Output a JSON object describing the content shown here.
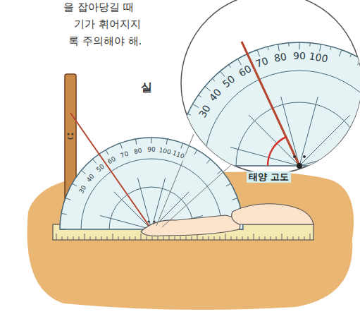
{
  "diagram": {
    "labels": [
      "을 잡아당길 때",
      "기가 휘어지지",
      "록 주의해야 해.",
      "실",
      "30",
      "40",
      "50",
      "60",
      "70",
      "80",
      "90",
      "100",
      "태양 고도",
      "30",
      "40",
      "50",
      "60",
      "70",
      "80",
      "90",
      "100",
      "110"
    ]
  }
}
